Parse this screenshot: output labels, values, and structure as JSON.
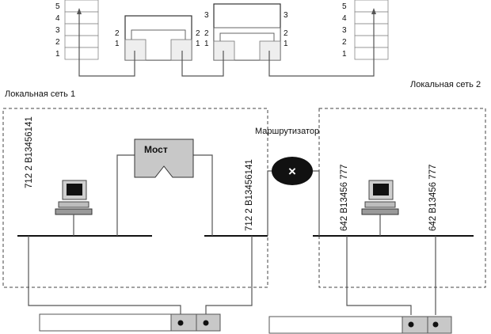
{
  "osi": {
    "levels": [
      "5",
      "4",
      "3",
      "2",
      "1"
    ],
    "bridge_levels": [
      "2",
      "1"
    ],
    "router_levels": [
      "3",
      "2",
      "1"
    ]
  },
  "networks": {
    "lan1_label": "Локальная сеть 1",
    "lan2_label": "Локальная сеть 2"
  },
  "devices": {
    "bridge_label": "Мост",
    "router_label": "Маршрутизатор",
    "router_symbol": "×"
  },
  "addresses": {
    "lan1_host": "712 2 B13456141",
    "lan1_bridge_port": "712 2 B13456141",
    "lan2_router_port": "642 B13456 777",
    "lan2_host": "642 B13456 777"
  },
  "icons": [
    "computer-icon",
    "computer-icon",
    "router-icon"
  ],
  "colors": {
    "bridge_fill": "#c8c8c8",
    "router_fill": "#111111",
    "line": "#555555"
  }
}
